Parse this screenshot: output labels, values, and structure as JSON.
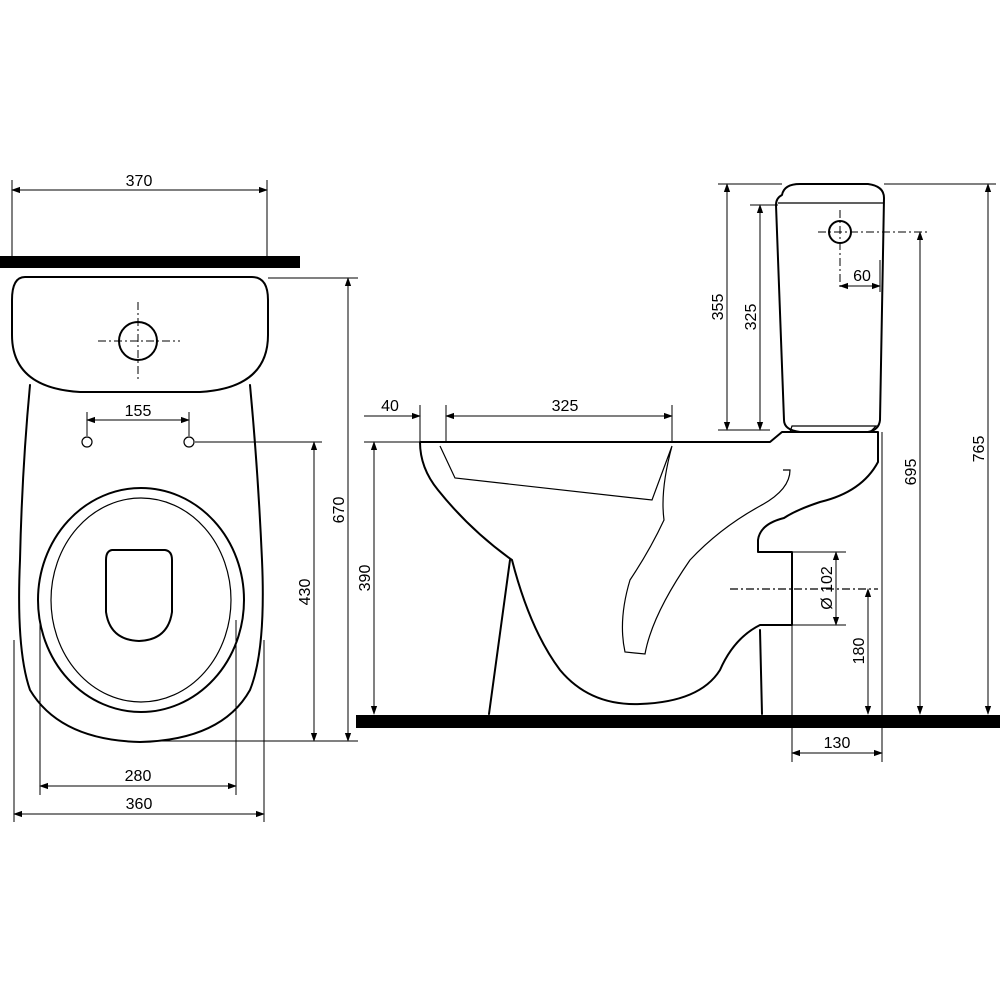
{
  "dimensions": {
    "front_tank_width": "370",
    "front_hole_spacing": "155",
    "front_total_height": "670",
    "front_hole_height": "430",
    "front_seat_width": "280",
    "front_bowl_width": "360",
    "side_rim_offset": "40",
    "side_bowl_opening": "325",
    "side_tank_height_outer": "355",
    "side_tank_height_inner": "325",
    "side_button_offset": "60",
    "side_button_height": "695",
    "side_total_height": "765",
    "side_rim_height": "390",
    "side_outlet_diameter": "Ø 102",
    "side_outlet_height": "180",
    "side_outlet_depth": "130"
  }
}
